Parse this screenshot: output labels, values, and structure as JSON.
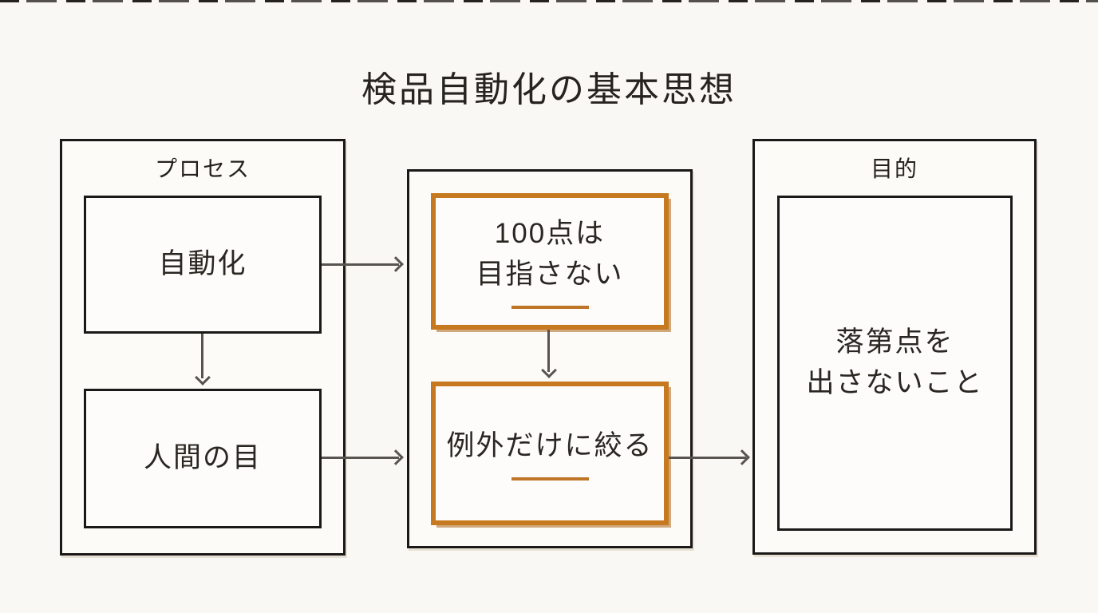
{
  "title": "検品自動化の基本思想",
  "colors": {
    "background": "#faf8f5",
    "box_border_black": "#1b1918",
    "accent_orange": "#c6791f",
    "underline_orange": "#bf7527",
    "arrow_gray": "#58544f",
    "text": "#2a2723"
  },
  "groups": {
    "process": {
      "label": "プロセス",
      "boxes": [
        {
          "label": "自動化"
        },
        {
          "label": "人間の目"
        }
      ]
    },
    "principles": {
      "boxes": [
        {
          "label": "100点は\n目指さない"
        },
        {
          "label": "例外だけに絞る"
        }
      ]
    },
    "purpose": {
      "label": "目的",
      "box": {
        "label": "落第点を\n出さないこと"
      }
    }
  }
}
